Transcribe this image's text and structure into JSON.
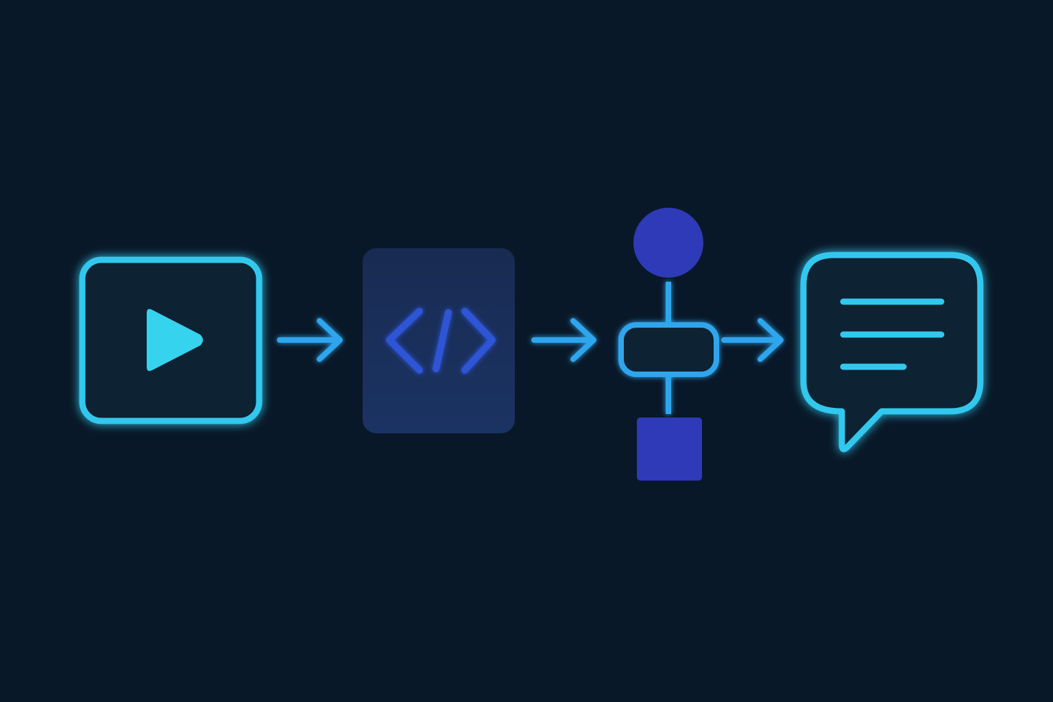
{
  "colors": {
    "background": "#091828",
    "cyan": "#32C8EE",
    "sky": "#2FA6EE",
    "code_blue": "#2F54D6",
    "code_panel": "#182B52",
    "indigo": "#2E3AB8"
  },
  "icons": [
    {
      "name": "video-play-icon"
    },
    {
      "name": "code-icon"
    },
    {
      "name": "flowchart-icon"
    },
    {
      "name": "chat-message-icon"
    }
  ],
  "connectors": [
    {
      "name": "arrow-video-to-code"
    },
    {
      "name": "arrow-code-to-flowchart"
    },
    {
      "name": "arrow-flowchart-to-chat"
    }
  ]
}
